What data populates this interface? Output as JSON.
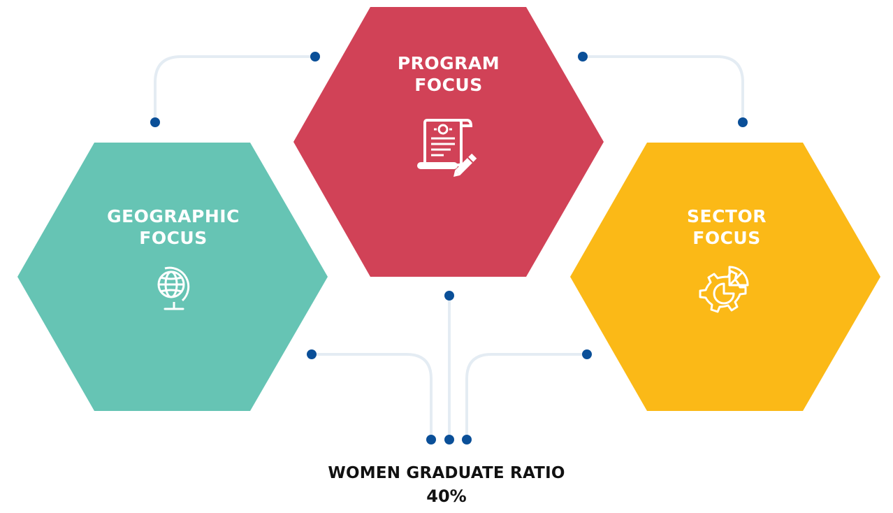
{
  "hexagons": {
    "program": {
      "title_line1": "PROGRAM",
      "title_line2": "FOCUS",
      "color": "#D14257",
      "icon": "certificate-pen-icon"
    },
    "geographic": {
      "title_line1": "GEOGRAPHIC",
      "title_line2": "FOCUS",
      "color": "#66C4B4",
      "icon": "globe-icon"
    },
    "sector": {
      "title_line1": "SECTOR",
      "title_line2": "FOCUS",
      "color": "#FBB917",
      "icon": "gear-pie-chart-icon"
    }
  },
  "connector_color": "#E4ECF3",
  "dot_color": "#0A4F98",
  "result": {
    "title": "WOMEN GRADUATE RATIO",
    "value": "40%"
  }
}
